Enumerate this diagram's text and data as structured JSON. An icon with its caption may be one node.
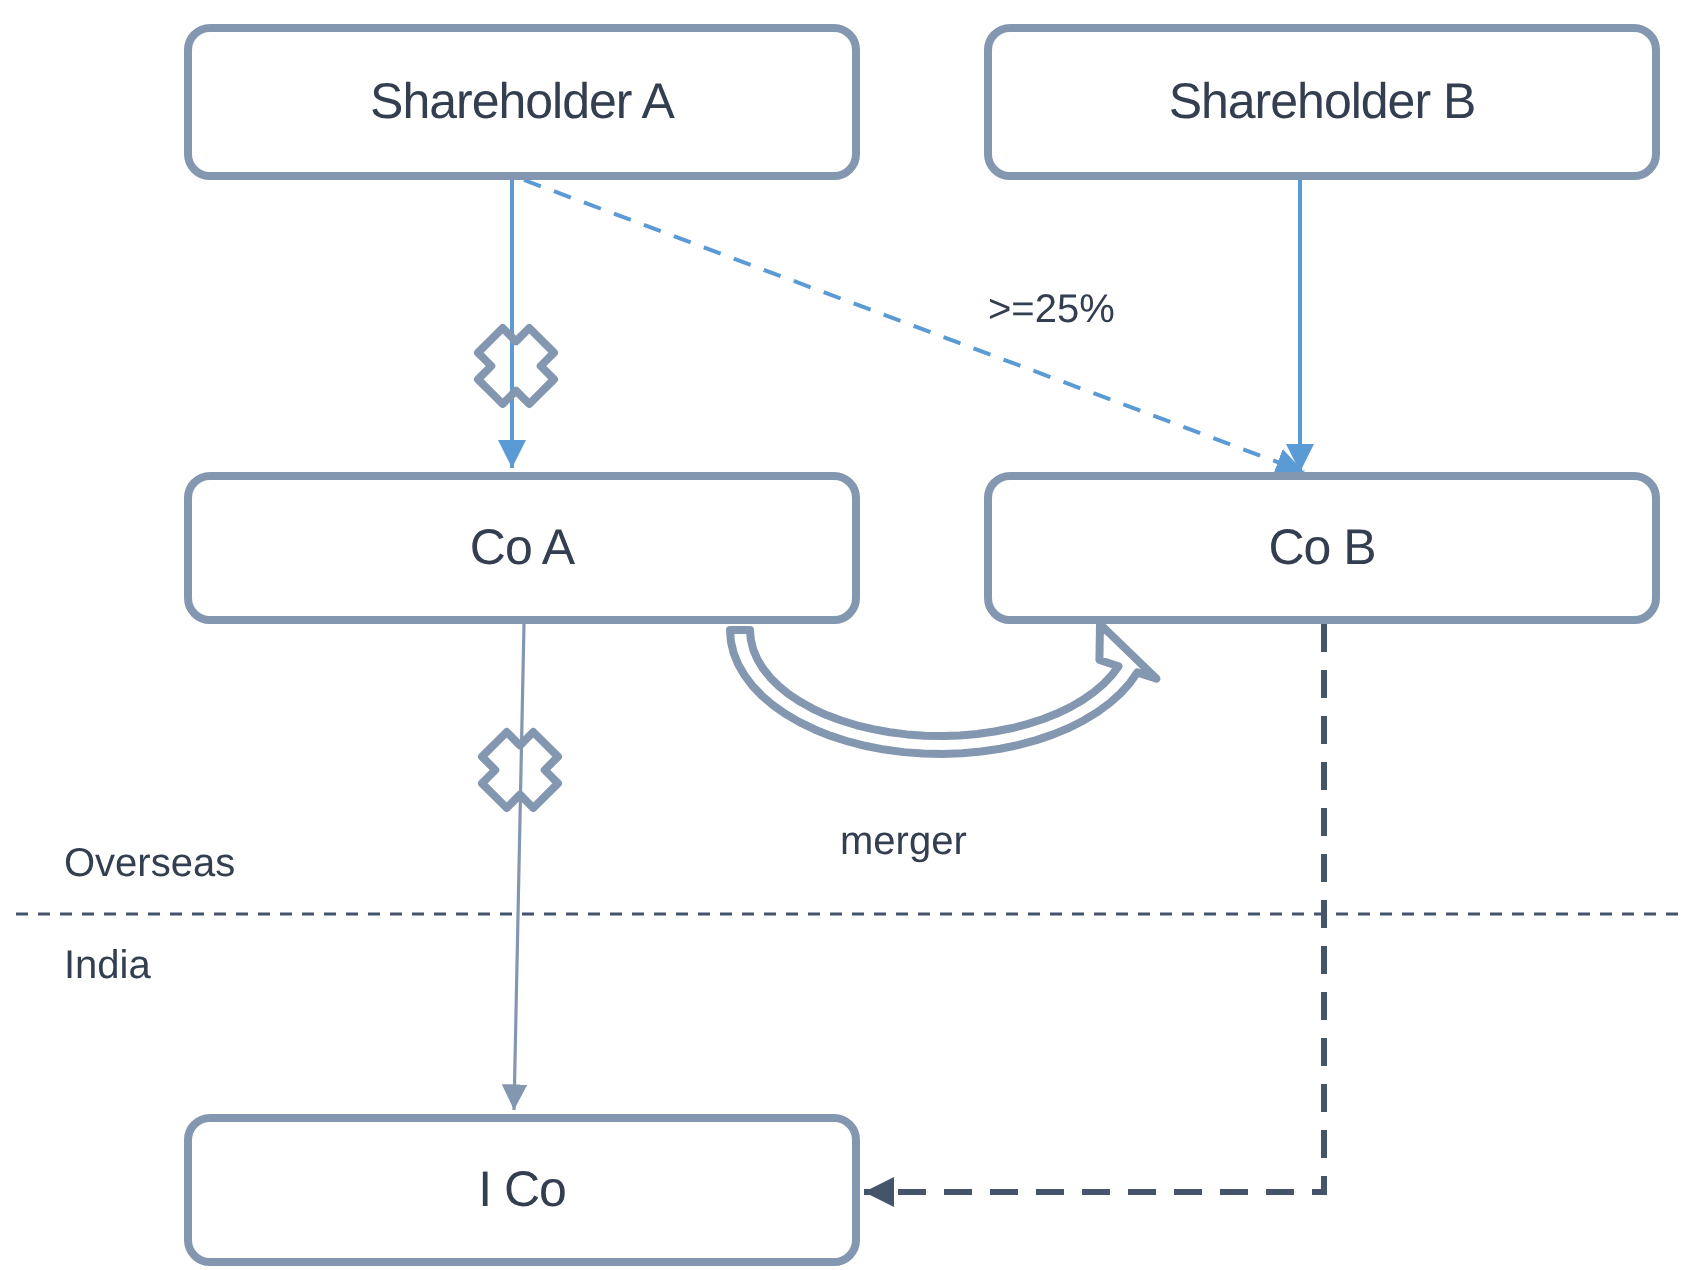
{
  "diagram": {
    "nodes": [
      {
        "text": [
          "Shareholder A"
        ]
      },
      {
        "text": [
          "Shareholder B"
        ]
      },
      {
        "text": [
          "Co A"
        ]
      },
      {
        "text": [
          "Co B"
        ]
      },
      {
        "text": [
          "I Co"
        ]
      }
    ],
    "edges": [
      {
        "from": 0,
        "to": 2,
        "arrow": "to",
        "color": "#5b9bd5"
      },
      {
        "from": 0,
        "to": 3,
        "arrow": "to",
        "style": "dashed",
        "label": ">=25%",
        "color": "#5b9bd5"
      },
      {
        "from": 1,
        "to": 3,
        "arrow": "to",
        "color": "#5b9bd5"
      },
      {
        "from": 2,
        "to": 3,
        "arrow": "to",
        "style": "thick",
        "label": "merger"
      },
      {
        "from": 2,
        "to": 4,
        "arrow": "to"
      },
      {
        "from": 3,
        "to": 4,
        "arrow": "to",
        "style": "dashed",
        "color": "#44546a"
      }
    ],
    "labels": [
      "Overseas",
      "India"
    ]
  }
}
